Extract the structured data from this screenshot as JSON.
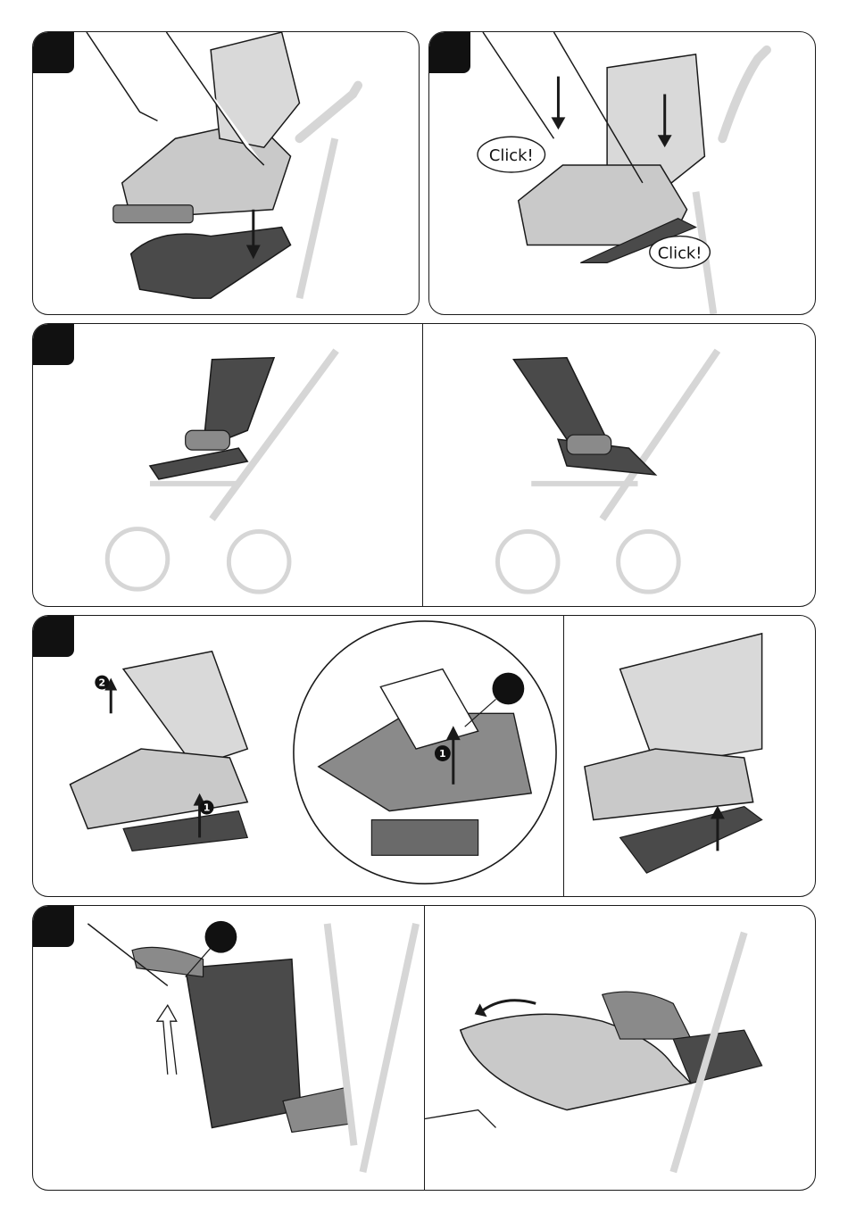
{
  "steps": {
    "row1": {
      "callouts": [
        "Click!",
        "Click!"
      ]
    },
    "row3": {
      "markers": [
        "1",
        "2",
        "1"
      ]
    }
  },
  "colors": {
    "outline": "#1a1a1a",
    "seat_dark": "#4a4a4a",
    "seat_mid": "#8a8a8a",
    "seat_light": "#c9c9c9",
    "frame": "#d6d6d6",
    "badge": "#111111"
  }
}
